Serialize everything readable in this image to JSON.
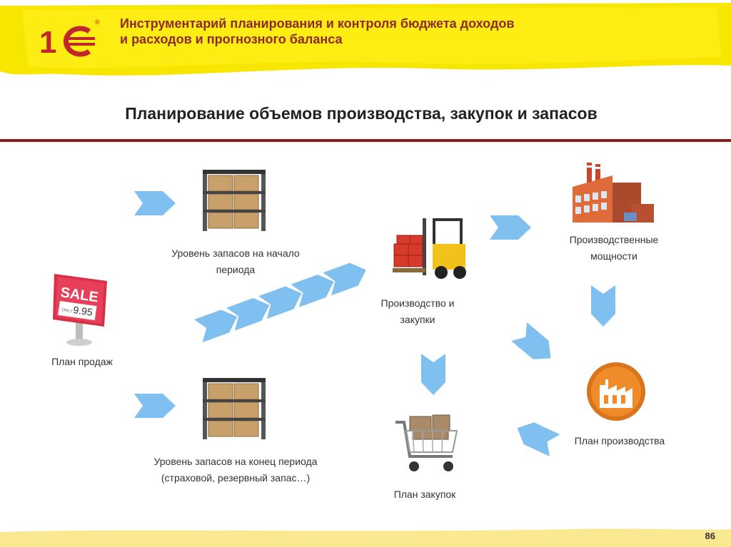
{
  "header": {
    "title": "Инструментарий планирования и контроля бюджета доходов и расходов и прогнозного баланса",
    "logo_text": "1С",
    "logo_registered": "®"
  },
  "slide": {
    "title": "Планирование объемов производства, закупок и запасов",
    "page_number": "86"
  },
  "nodes": {
    "sales_plan": "План продаж",
    "stock_start": "Уровень запасов на начало периода",
    "stock_end": "Уровень запасов на конец периода (страховой, резервный запас…)",
    "production_purchases": "Производство и закупки",
    "capacity": "Производственные мощности",
    "production_plan": "План производства",
    "purchase_plan": "План закупок"
  },
  "sale_sign": {
    "word": "SALE",
    "price": "9.95",
    "price_prefix": "ONLY"
  },
  "colors": {
    "header_yellow": "#f7e600",
    "title_red": "#8f2a2a",
    "rule": "#8e1e1e",
    "arrow_blue": "#7fc0f0"
  }
}
